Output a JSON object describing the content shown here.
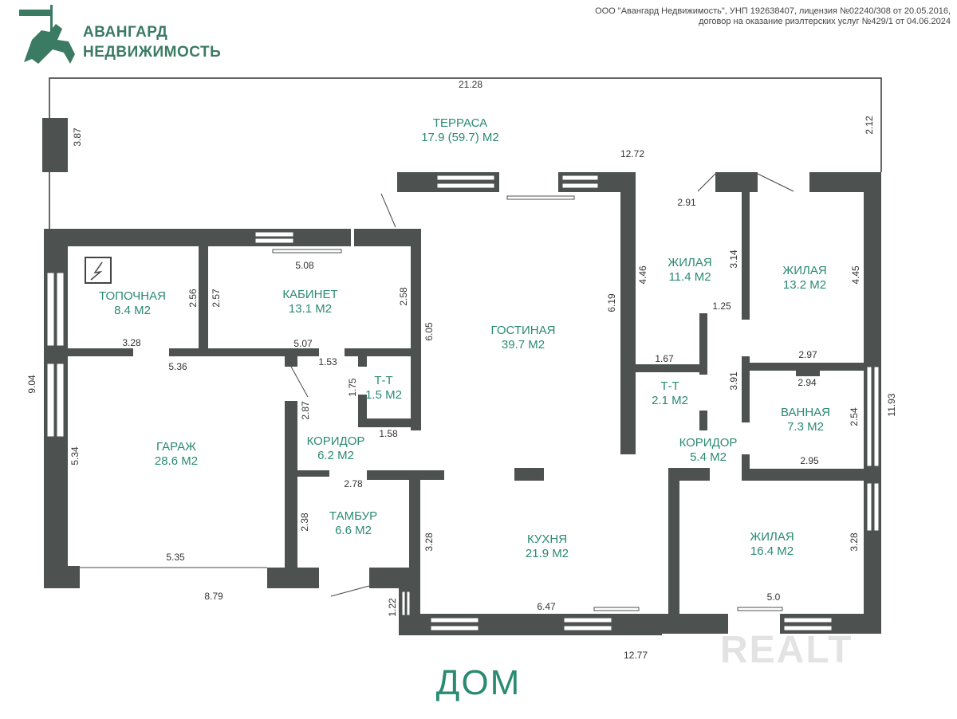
{
  "header": {
    "brand_line1": "АВАНГАРД",
    "brand_line2": "НЕДВИЖИМОСТЬ",
    "legal_line1": "ООО \"Авангард Недвижимость\", УНП 192638407, лицензия №02240/308 от 20.05.2016,",
    "legal_line2": "договор на оказание риэлтерских услуг №429/1 от 04.06.2024"
  },
  "title": "ДОМ",
  "watermark": "REALT",
  "colors": {
    "wall": "#4d5250",
    "label": "#2a8a72",
    "brand": "#3b7a63"
  },
  "rooms": [
    {
      "name": "ТЕРРАСА",
      "area": "17.9 (59.7) М2"
    },
    {
      "name": "ТОПОЧНАЯ",
      "area": "8.4 М2"
    },
    {
      "name": "КАБИНЕТ",
      "area": "13.1 М2"
    },
    {
      "name": "Т-Т",
      "area": "1.5 М2"
    },
    {
      "name": "ГАРАЖ",
      "area": "28.6 М2"
    },
    {
      "name": "КОРИДОР",
      "area": "6.2 М2"
    },
    {
      "name": "ТАМБУР",
      "area": "6.6 М2"
    },
    {
      "name": "ГОСТИНАЯ",
      "area": "39.7 М2"
    },
    {
      "name": "КУХНЯ",
      "area": "21.9 М2"
    },
    {
      "name": "ЖИЛАЯ",
      "area": "11.4 М2"
    },
    {
      "name": "ЖИЛАЯ",
      "area": "13.2 М2"
    },
    {
      "name": "Т-Т",
      "area": "2.1 М2"
    },
    {
      "name": "ВАННАЯ",
      "area": "7.3 М2"
    },
    {
      "name": "КОРИДОР",
      "area": "5.4 М2"
    },
    {
      "name": "ЖИЛАЯ",
      "area": "16.4 М2"
    }
  ],
  "dims": [
    "21.28",
    "3.87",
    "2.12",
    "12.72",
    "2.91",
    "5.08",
    "2.56",
    "2.57",
    "2.58",
    "6.05",
    "3.28",
    "5.36",
    "5.07",
    "1.53",
    "1.75",
    "1.58",
    "2.87",
    "9.04",
    "5.34",
    "2.78",
    "2.38",
    "5.35",
    "8.79",
    "1.22",
    "3.28",
    "6.47",
    "12.77",
    "6.19",
    "4.46",
    "3.14",
    "1.25",
    "4.45",
    "1.67",
    "3.91",
    "2.97",
    "2.94",
    "2.54",
    "11.93",
    "2.95",
    "3.28",
    "5.0"
  ]
}
